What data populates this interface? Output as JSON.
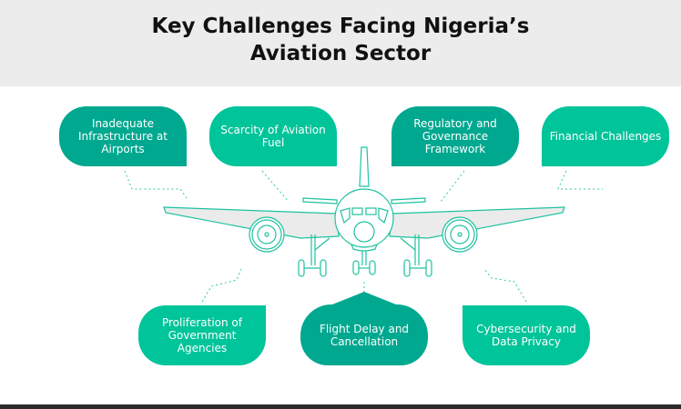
{
  "title": {
    "line1": "Key Challenges Facing Nigeria’s",
    "line2": "Aviation Sector"
  },
  "challenges": {
    "top": [
      {
        "label": "Inadequate Infrastructure at Airports"
      },
      {
        "label": "Scarcity of Aviation Fuel"
      },
      {
        "label": "Regulatory and Governance Framework"
      },
      {
        "label": "Financial Challenges"
      }
    ],
    "bottom": [
      {
        "label": "Proliferation of Government Agencies"
      },
      {
        "label": "Flight Delay and Cancellation"
      },
      {
        "label": "Cybersecurity and Data Privacy"
      }
    ]
  },
  "colors": {
    "dark_green": "#00a88f",
    "light_green": "#00c49a",
    "header_bg": "#ececec"
  },
  "illustration": "airplane-icon"
}
